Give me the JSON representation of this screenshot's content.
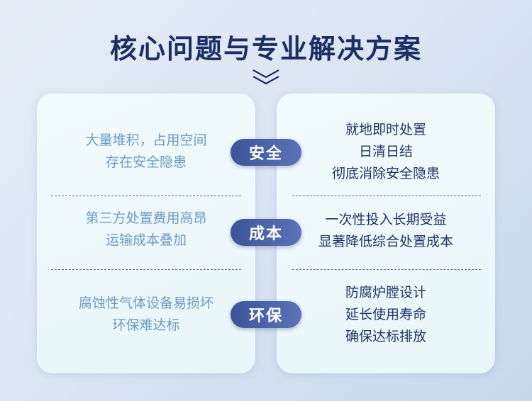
{
  "title": "核心问题与专业解决方案",
  "problems": [
    {
      "lines": [
        "大量堆积，占用空间",
        "存在安全隐患"
      ]
    },
    {
      "lines": [
        "第三方处置费用高昂",
        "运输成本叠加"
      ]
    },
    {
      "lines": [
        "腐蚀性气体设备易损坏",
        "环保难达标"
      ]
    }
  ],
  "categories": [
    "安全",
    "成本",
    "环保"
  ],
  "solutions": [
    {
      "lines": [
        "就地即时处置",
        "日清日结",
        "彻底消除安全隐患"
      ]
    },
    {
      "lines": [
        "一次性投入长期受益",
        "显著降低综合处置成本"
      ]
    },
    {
      "lines": [
        "防腐炉膛设计",
        "延长使用寿命",
        "确保达标排放"
      ]
    }
  ],
  "icons": {
    "down": "double-chevron-down-icon"
  },
  "colors": {
    "title": "#1b2f66",
    "problem_text": "#6e9ac9",
    "solution_text": "#1f3468",
    "badge": "#3b5498"
  }
}
